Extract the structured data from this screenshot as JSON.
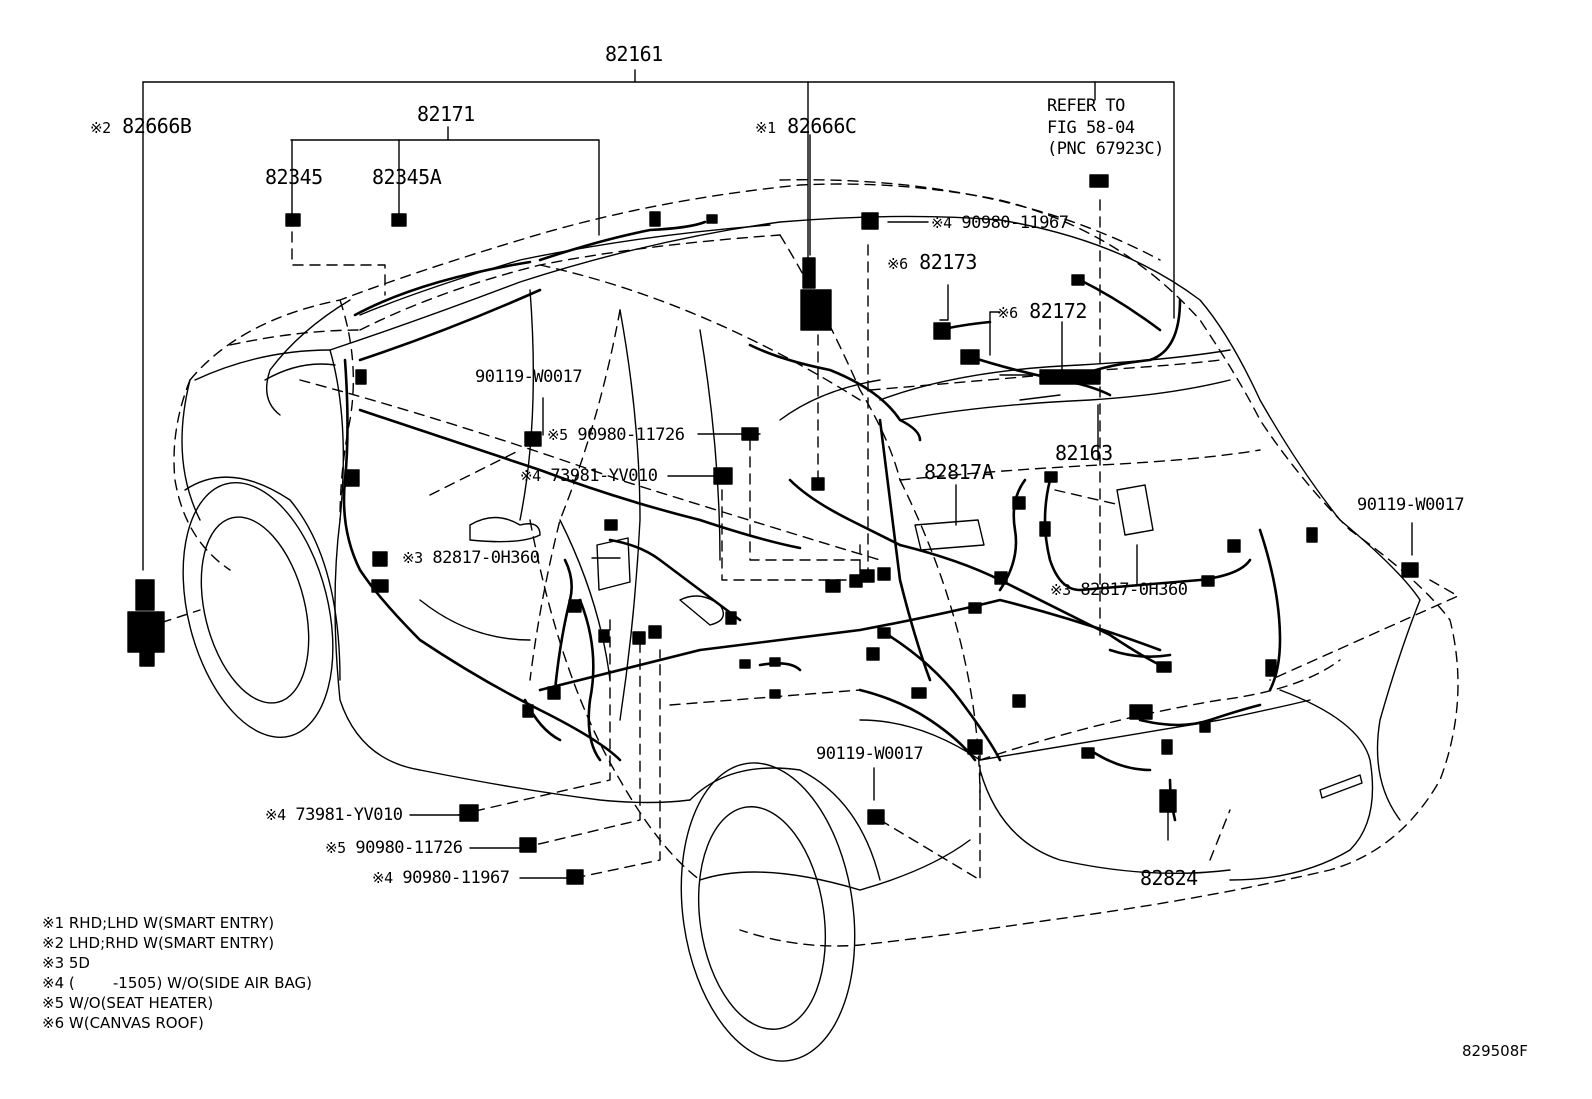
{
  "labels": {
    "p82161": "82161",
    "p82171": "82171",
    "p82345": "82345",
    "p82345a": "82345A",
    "p82666b": "82666B",
    "p82666b_mark": "※2",
    "p82666c": "82666C",
    "p82666c_mark": "※1",
    "refer1": "REFER TO",
    "refer2": "FIG 58-04",
    "refer3": "(PNC 67923C)",
    "p90980_11967_top": "90980-11967",
    "p90980_11967_top_mark": "※4",
    "p82173": "82173",
    "p82173_mark": "※6",
    "p82172": "82172",
    "p82172_mark": "※6",
    "p90119_left": "90119-W0017",
    "p90980_11726_mid": "90980-11726",
    "p90980_11726_mid_mark": "※5",
    "p73981_mid": "73981-YV010",
    "p73981_mid_mark": "※4",
    "p82817a": "82817A",
    "p82163": "82163",
    "p90119_right": "90119-W0017",
    "p82817_left": "82817-0H360",
    "p82817_left_mark": "※3",
    "p82817_right": "82817-0H360",
    "p82817_right_mark": "※3",
    "p90119_bottom": "90119-W0017",
    "p73981_bottom": "73981-YV010",
    "p73981_bottom_mark": "※4",
    "p90980_11726_bottom": "90980-11726",
    "p90980_11726_bottom_mark": "※5",
    "p90980_11967_bottom": "90980-11967",
    "p90980_11967_bottom_mark": "※4",
    "p82824": "82824"
  },
  "notes": [
    "※1 RHD;LHD W(SMART ENTRY)",
    "※2 LHD;RHD W(SMART ENTRY)",
    "※3 5D",
    "※4 (        -1505) W/O(SIDE AIR BAG)",
    "※5 W/O(SEAT HEATER)",
    "※6 W(CANVAS ROOF)"
  ],
  "figure_id": "829508F"
}
